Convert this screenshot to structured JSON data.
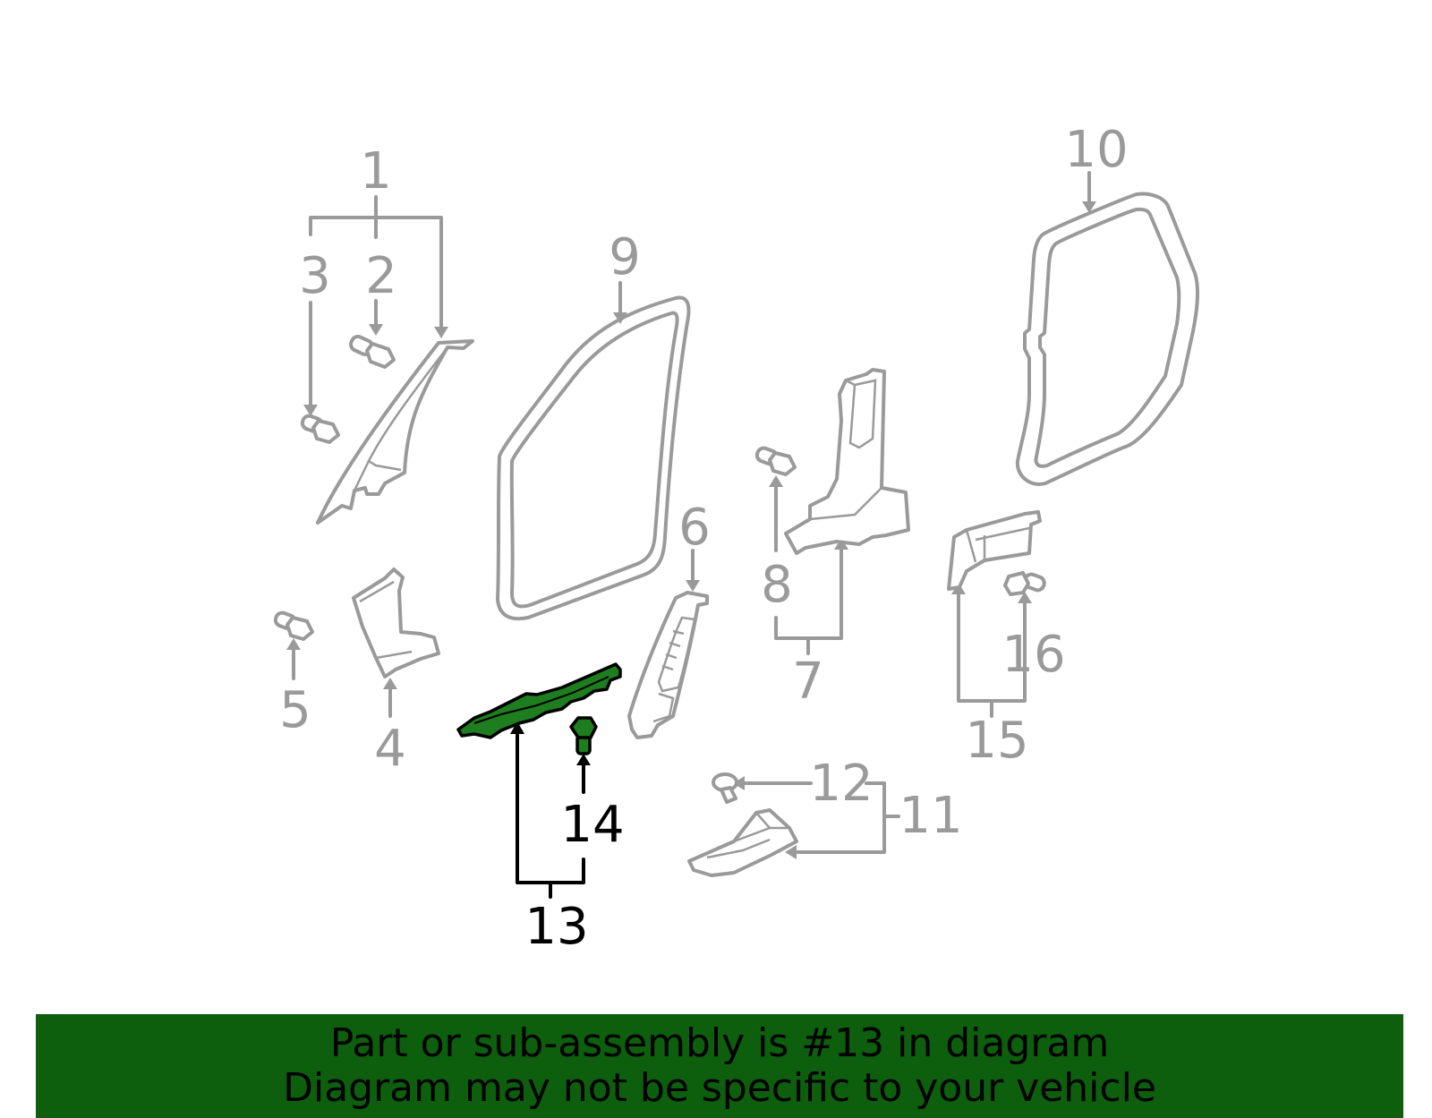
{
  "diagram": {
    "callouts": [
      {
        "id": "1",
        "text": "1",
        "highlighted": false
      },
      {
        "id": "2",
        "text": "2",
        "highlighted": false
      },
      {
        "id": "3",
        "text": "3",
        "highlighted": false
      },
      {
        "id": "4",
        "text": "4",
        "highlighted": false
      },
      {
        "id": "5",
        "text": "5",
        "highlighted": false
      },
      {
        "id": "6",
        "text": "6",
        "highlighted": false
      },
      {
        "id": "7",
        "text": "7",
        "highlighted": false
      },
      {
        "id": "8",
        "text": "8",
        "highlighted": false
      },
      {
        "id": "9",
        "text": "9",
        "highlighted": false
      },
      {
        "id": "10",
        "text": "10",
        "highlighted": false
      },
      {
        "id": "11",
        "text": "11",
        "highlighted": false
      },
      {
        "id": "12",
        "text": "12",
        "highlighted": false
      },
      {
        "id": "13",
        "text": "13",
        "highlighted": true
      },
      {
        "id": "14",
        "text": "14",
        "highlighted": true
      },
      {
        "id": "15",
        "text": "15",
        "highlighted": false
      },
      {
        "id": "16",
        "text": "16",
        "highlighted": false
      }
    ],
    "highlight_color": "#1e7d1e",
    "line_color": "#9a9a9a"
  },
  "banner": {
    "line1": "Part or sub-assembly is #13 in diagram",
    "line2": "Diagram may not be specific to your vehicle",
    "background": "#0d5e0d"
  }
}
